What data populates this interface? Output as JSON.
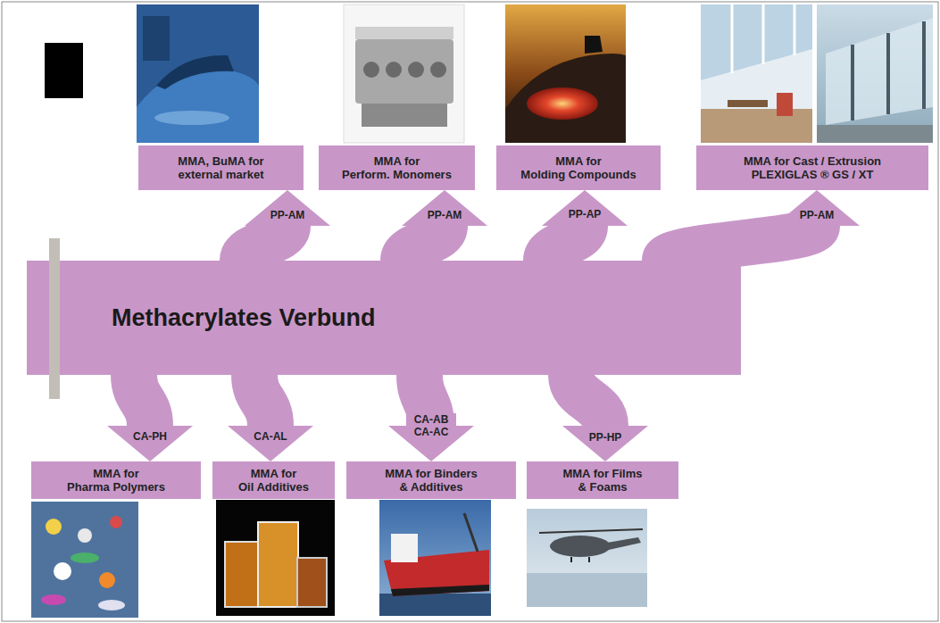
{
  "diagram": {
    "nodes": [
      {
        "text": [
          "MMA, BuMA for external market"
        ]
      },
      {
        "text": [
          "MMA for Perform. Monomers"
        ]
      },
      {
        "text": [
          "MMA for Molding Compounds"
        ]
      },
      {
        "text": [
          "MMA for Cast / Extrusion PLEXIGLAS ® GS / XT"
        ]
      },
      {
        "text": [
          "Methacrylates Verbund"
        ]
      },
      {
        "text": [
          "MMA for Pharma Polymers"
        ]
      },
      {
        "text": [
          "MMA for Oil Additives"
        ]
      },
      {
        "text": [
          "MMA for Binders & Additives"
        ]
      },
      {
        "text": [
          "MMA for Films & Foams"
        ]
      }
    ],
    "edges": [
      {
        "from": 4,
        "to": 0,
        "label": "PP-AM",
        "arrow": "to"
      },
      {
        "from": 4,
        "to": 1,
        "label": "PP-AM",
        "arrow": "to"
      },
      {
        "from": 4,
        "to": 2,
        "label": "PP-AP",
        "arrow": "to"
      },
      {
        "from": 4,
        "to": 3,
        "label": "PP-AM",
        "arrow": "to"
      },
      {
        "from": 4,
        "to": 5,
        "label": "CA-PH",
        "arrow": "to"
      },
      {
        "from": 4,
        "to": 6,
        "label": "CA-AL",
        "arrow": "to"
      },
      {
        "from": 4,
        "to": 7,
        "label": "CA-AB CA-AC",
        "arrow": "to"
      },
      {
        "from": 4,
        "to": 8,
        "label": "PP-HP",
        "arrow": "to"
      }
    ]
  }
}
